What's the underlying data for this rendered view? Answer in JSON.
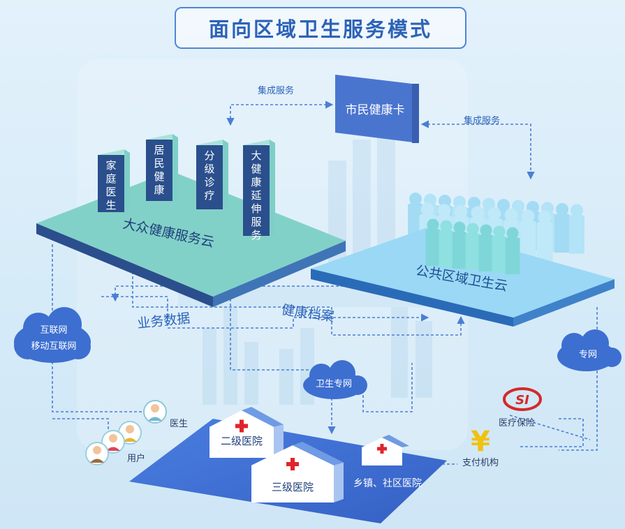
{
  "title": "面向区域卫生服务模式",
  "citizen_card": "市民健康卡",
  "integration_left": "集成服务",
  "integration_right": "集成服务",
  "public_cloud": {
    "name": "大众健康服务云",
    "pillars": [
      "家庭医生",
      "居民健康",
      "分级诊疗",
      "大健康延伸服务"
    ]
  },
  "regional_cloud": "公共区域卫生云",
  "flow_labels": {
    "health_records": "健康档案",
    "business_data": "业务数据"
  },
  "networks": {
    "internet": [
      "互联网",
      "移动互联网"
    ],
    "private": "专网",
    "health_private": "卫生专网"
  },
  "people": {
    "doctor": "医生",
    "user": "用户"
  },
  "hospitals": {
    "secondary": "二级医院",
    "tertiary": "三级医院",
    "community": "乡镇、社区医院"
  },
  "partners": {
    "insurance": "医疗保险",
    "payment": "支付机构",
    "insurance_logo": "SI",
    "payment_logo": "¥"
  },
  "colors": {
    "title": "#2c63b8",
    "card": "#4a75cf",
    "teal": "#7ecfc7",
    "navy": "#2a4f8c",
    "regional": "#8fd3f4",
    "platform": "#3f6fd2",
    "hospital_roof": "#6f9be4",
    "cross": "#e0242b",
    "arrow": "#4b7fd4",
    "insurance_red": "#d32a2a",
    "yen": "#f0c10f"
  }
}
